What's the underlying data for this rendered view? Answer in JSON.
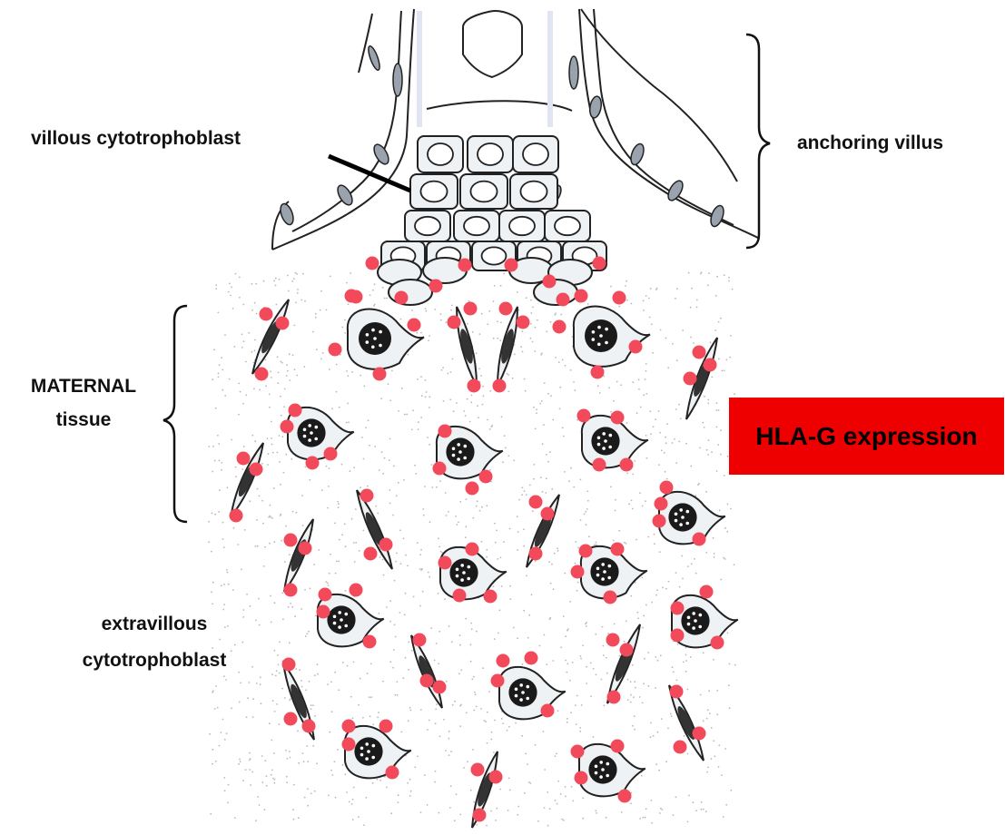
{
  "labels": {
    "villous": "villous cytotrophoblast",
    "anchoring": "anchoring villus",
    "maternal_line1": "MATERNAL",
    "maternal_line2": "tissue",
    "extravillous_line1": "extravillous",
    "extravillous_line2": "cytotrophoblast"
  },
  "legend": {
    "text": "HLA-G expression",
    "color": "#ee0000"
  },
  "colors": {
    "marker": "#f24a5a",
    "cell_fill": "#eef2f5",
    "nucleus": "#1a1a1a",
    "outline": "#222222"
  }
}
